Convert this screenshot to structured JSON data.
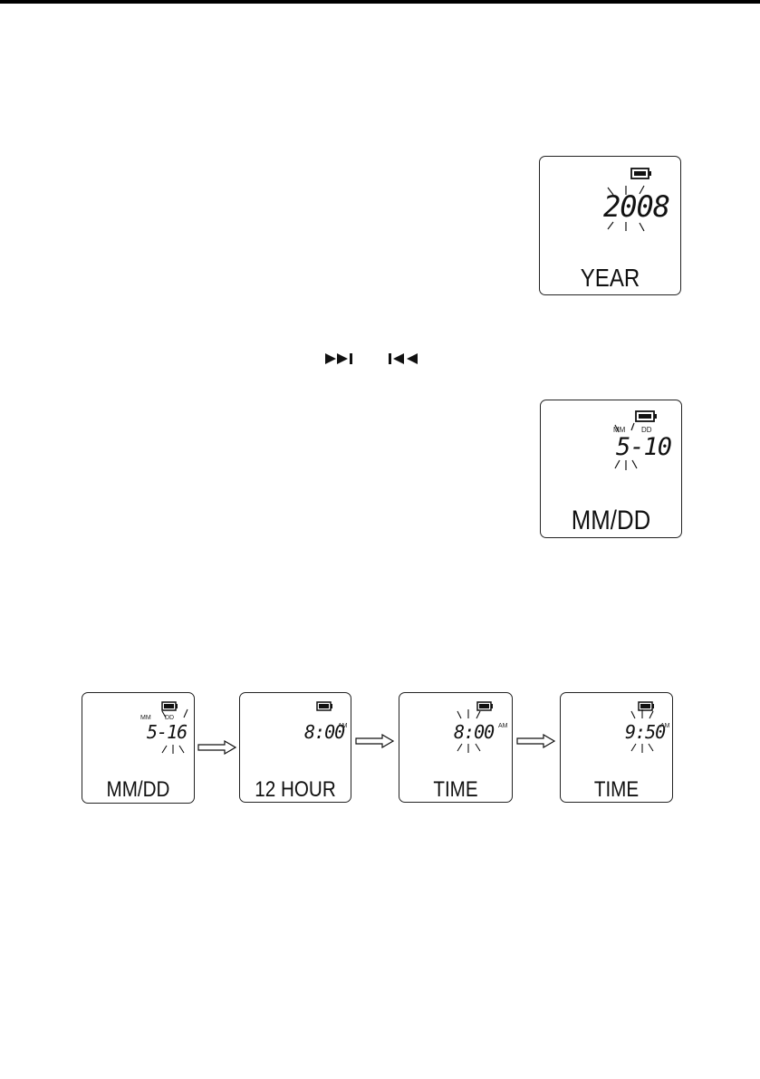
{
  "screens": {
    "year": {
      "digits": "2008",
      "label": "YEAR"
    },
    "date": {
      "mm_tag": "MM",
      "dd_tag": "DD",
      "digits": "5-10",
      "label": "MM/DD"
    },
    "flow_date": {
      "mm_tag": "MM",
      "dd_tag": "DD",
      "digits": "5-16",
      "label": "MM/DD"
    },
    "flow_hour": {
      "digits": "8:00",
      "ampm": "AM",
      "label": "12 HOUR"
    },
    "flow_time": {
      "digits": "8:00",
      "ampm": "AM",
      "label": "TIME"
    },
    "flow_time2": {
      "digits": "9:50",
      "ampm": "AM",
      "label": "TIME"
    }
  },
  "icons": {
    "battery": "battery-icon",
    "next_track": "next-track-icon",
    "previous_track": "previous-track-icon",
    "flow_arrow": "right-arrow-icon"
  },
  "colors": {
    "ink": "#111111",
    "paper": "#ffffff"
  }
}
